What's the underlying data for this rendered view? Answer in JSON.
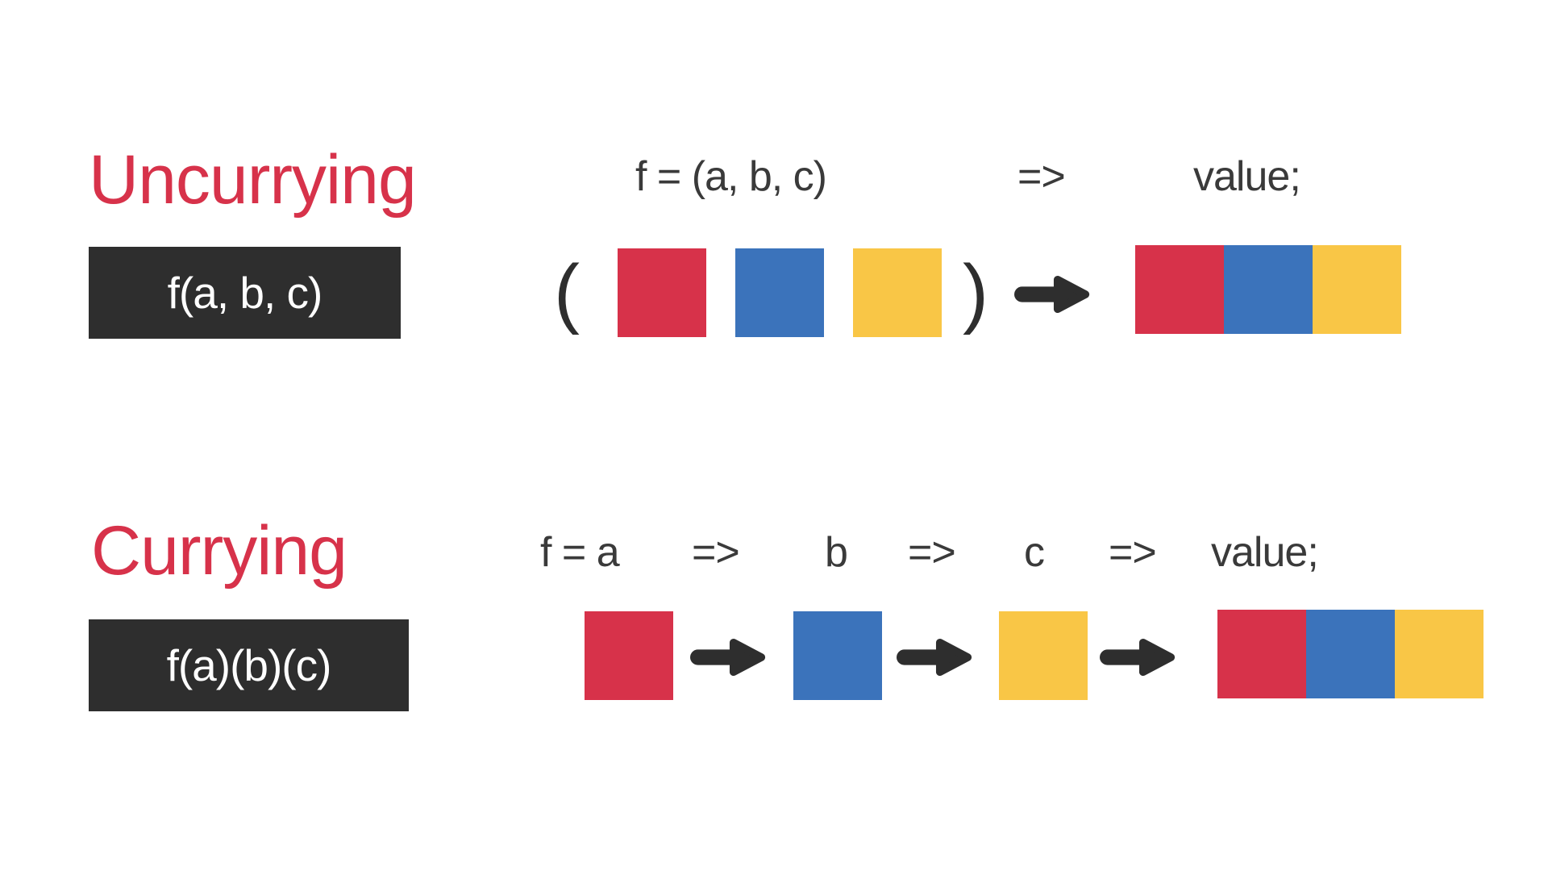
{
  "colors": {
    "background": "#FFFFFF",
    "accent_red": "#D7324A",
    "block_red": "#D7324A",
    "block_blue": "#3B73BB",
    "block_yellow": "#F9C646",
    "dark": "#2E2E2E",
    "formula_ink": "#3A3A3A"
  },
  "uncurrying": {
    "title": "Uncurrying",
    "code_label": "f(a, b, c)",
    "formula": {
      "signature": "f = (a, b, c)",
      "arrow": "=>",
      "result": "value;"
    },
    "open_paren": "(",
    "close_paren": ")",
    "input_blocks": [
      "red",
      "blue",
      "yellow"
    ],
    "output_blocks": [
      "red",
      "blue",
      "yellow"
    ]
  },
  "currying": {
    "title": "Currying",
    "code_label": "f(a)(b)(c)",
    "formula": {
      "signature": "f = a",
      "arrow1": "=>",
      "arg_b": "b",
      "arrow2": "=>",
      "arg_c": "c",
      "arrow3": "=>",
      "result": "value;"
    },
    "chain_blocks": [
      "red",
      "blue",
      "yellow"
    ],
    "output_blocks": [
      "red",
      "blue",
      "yellow"
    ]
  }
}
